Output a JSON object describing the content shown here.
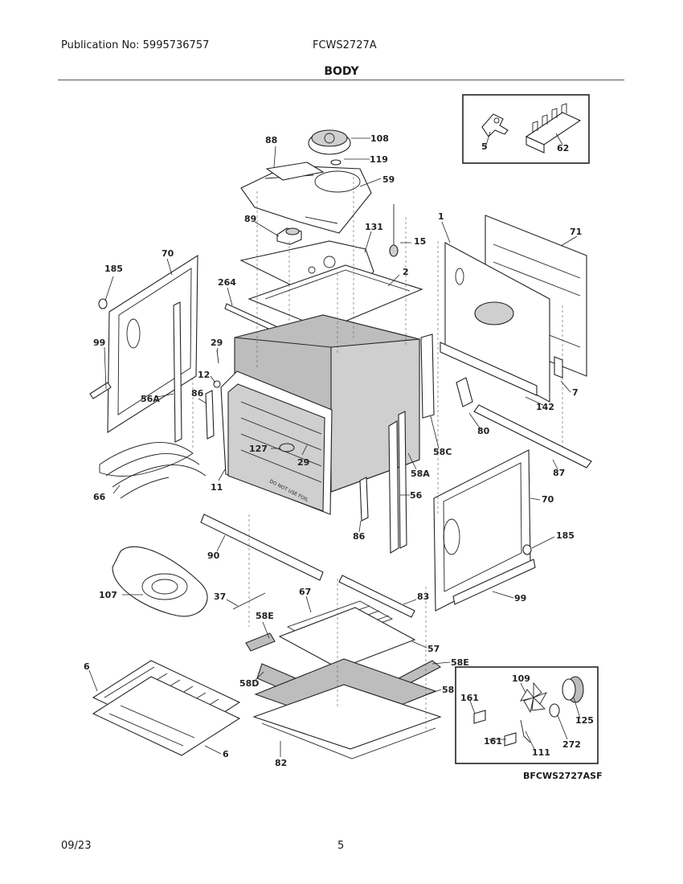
{
  "header": {
    "publication": "Publication No: 5995736757",
    "model": "FCWS2727A",
    "section_title": "BODY"
  },
  "diagram_code": "BFCWS2727ASF",
  "footer": {
    "date": "09/23",
    "page": "5"
  },
  "callouts": {
    "c108": "108",
    "c88": "88",
    "c119": "119",
    "c59": "59",
    "c89": "89",
    "c131": "131",
    "c15": "15",
    "c1": "1",
    "c71": "71",
    "c185a": "185",
    "c70a": "70",
    "c264": "264",
    "c2": "2",
    "c99a": "99",
    "c29a": "29",
    "c12": "12",
    "c86a": "86",
    "c56A": "56A",
    "c127": "127",
    "c29b": "29",
    "c66": "66",
    "c11": "11",
    "c58C": "58C",
    "c58A": "58A",
    "c7": "7",
    "c142": "142",
    "c80": "80",
    "c87": "87",
    "c56": "56",
    "c70b": "70",
    "c86b": "86",
    "c185b": "185",
    "c90": "90",
    "c107": "107",
    "c37": "37",
    "c67": "67",
    "c83": "83",
    "c99b": "99",
    "c58Ea": "58E",
    "c57": "57",
    "c58Eb": "58E",
    "c58D": "58D",
    "c58": "58",
    "c6a": "6",
    "c6b": "6",
    "c82": "82",
    "c5": "5",
    "c62": "62",
    "c109": "109",
    "c161a": "161",
    "c125": "125",
    "c161b": "161",
    "c111": "111",
    "c272": "272"
  },
  "stamp_text": "DO NOT USE FOIL"
}
